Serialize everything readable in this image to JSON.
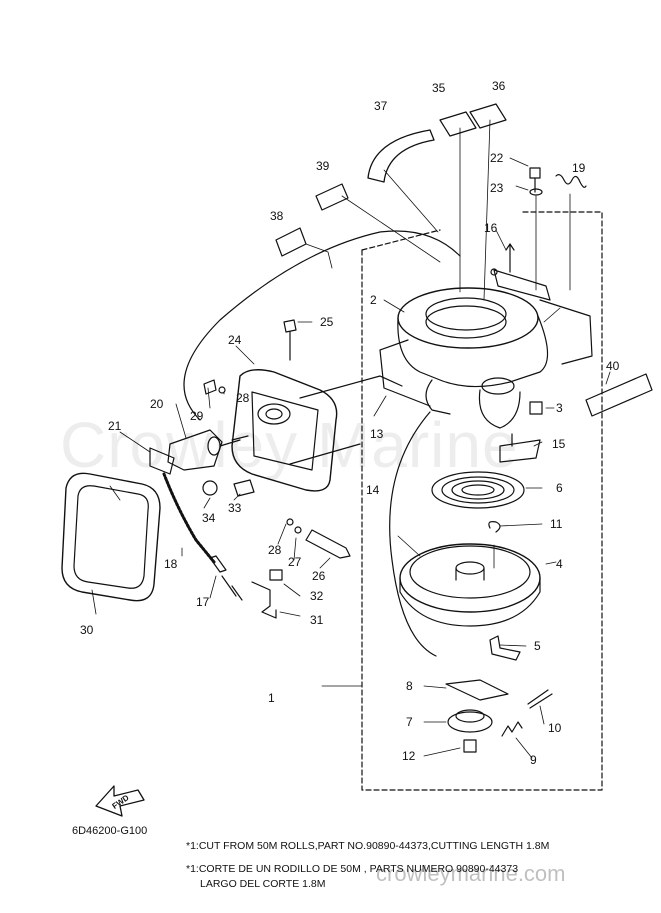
{
  "diagram": {
    "drawing_code": "6D46200-G100",
    "watermark": "Crowley Marine",
    "watermark_url": "crowleymarine.com",
    "fwd_label": "FWD",
    "footnotes": [
      "*1:CUT FROM 50M ROLLS,PART NO.90890-44373,CUTTING LENGTH 1.8M",
      "*1:CORTE DE UN RODILLO DE 50M , PARTS NUMERO 90890-44373",
      "LARGO DEL CORTE 1.8M"
    ],
    "callouts": [
      "1",
      "2",
      "3",
      "4",
      "5",
      "6",
      "7",
      "8",
      "9",
      "10",
      "11",
      "12",
      "13",
      "14",
      "15",
      "16",
      "17",
      "18",
      "19",
      "20",
      "21",
      "22",
      "23",
      "24",
      "25",
      "26",
      "27",
      "28",
      "28",
      "29",
      "30",
      "31",
      "32",
      "33",
      "34",
      "35",
      "36",
      "37",
      "38",
      "39",
      "40"
    ]
  }
}
